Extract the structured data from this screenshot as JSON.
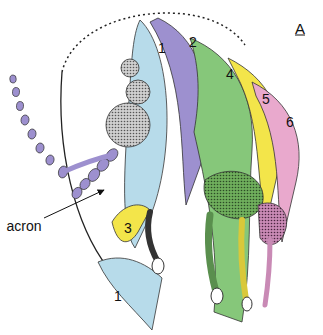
{
  "diagram": {
    "labels": [
      "A",
      "1",
      "2",
      "4",
      "5",
      "6",
      "acron",
      "3",
      "1"
    ]
  }
}
